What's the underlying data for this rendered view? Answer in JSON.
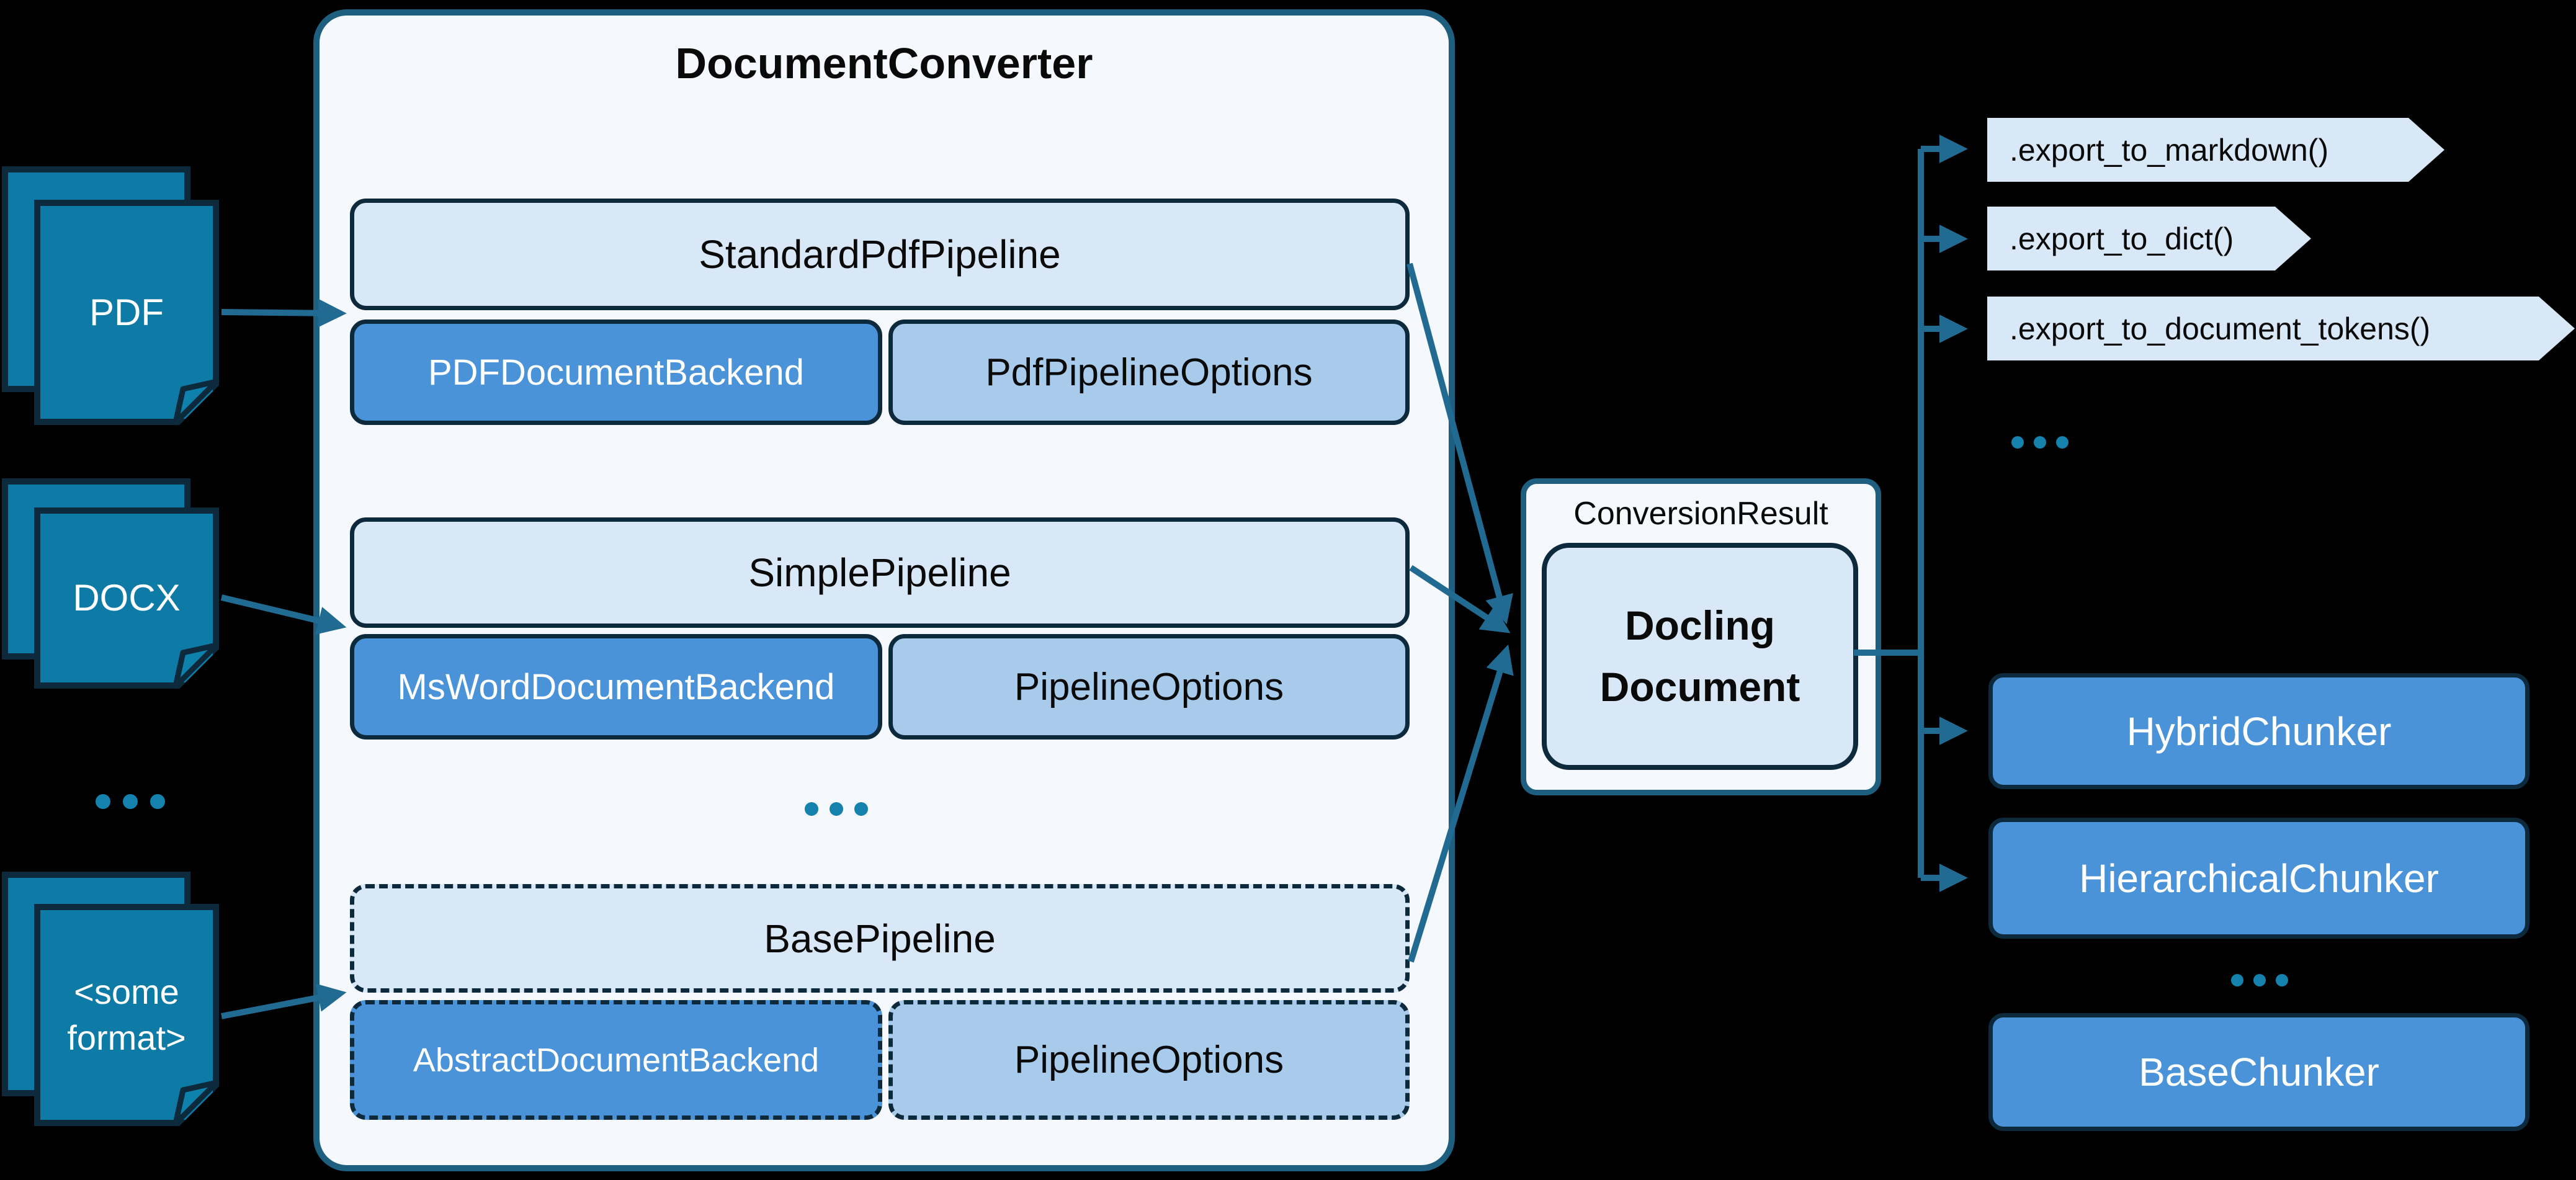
{
  "title": "DocumentConverter",
  "inputs": {
    "pdf": {
      "label": "PDF"
    },
    "docx": {
      "label": "DOCX"
    },
    "other": {
      "line1": "<some",
      "line2": "format>"
    }
  },
  "pipelines": [
    {
      "name": "StandardPdfPipeline",
      "backend": "PDFDocumentBackend",
      "options": "PdfPipelineOptions",
      "dashed": false
    },
    {
      "name": "SimplePipeline",
      "backend": "MsWordDocumentBackend",
      "options": "PipelineOptions",
      "dashed": false
    },
    {
      "name": "BasePipeline",
      "backend": "AbstractDocumentBackend",
      "options": "PipelineOptions",
      "dashed": true
    }
  ],
  "result": {
    "label": "ConversionResult",
    "doc_line1": "Docling",
    "doc_line2": "Document"
  },
  "exports": [
    {
      "label": ".export_to_markdown()"
    },
    {
      "label": ".export_to_dict()"
    },
    {
      "label": ".export_to_document_tokens()"
    }
  ],
  "chunkers": [
    {
      "label": "HybridChunker",
      "dashed": false
    },
    {
      "label": "HierarchicalChunker",
      "dashed": false
    },
    {
      "label": "BaseChunker",
      "dashed": true
    }
  ],
  "icons": {
    "ellipsis": "..."
  },
  "colors": {
    "background": "#000000",
    "document_fill": "#0e7aa6",
    "dark_outline": "#0d2a3c",
    "panel_fill": "#f5f8fd",
    "panel_border": "#1e5f80",
    "light_blue": "#d9e8f6",
    "mid_blue": "#4b93d9",
    "option_blue": "#a8cbec",
    "arrow": "#216a91",
    "dots": "#1581ad"
  }
}
